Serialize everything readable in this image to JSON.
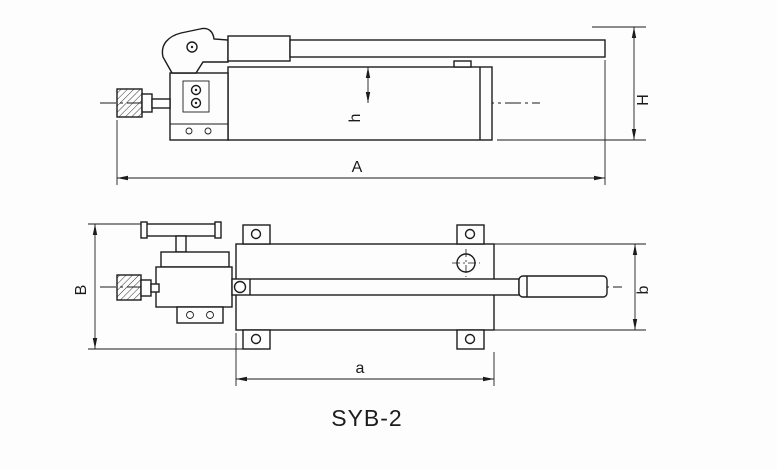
{
  "background": "#fdfdfd",
  "line_color": "#1c1c1c",
  "title": "SYB-2",
  "views": {
    "side": {
      "dims": {
        "overall_length": "A",
        "overall_height": "H",
        "axis_height": "h"
      }
    },
    "plan": {
      "dims": {
        "overall_width": "B",
        "base_length": "a",
        "base_width": "b"
      }
    }
  }
}
